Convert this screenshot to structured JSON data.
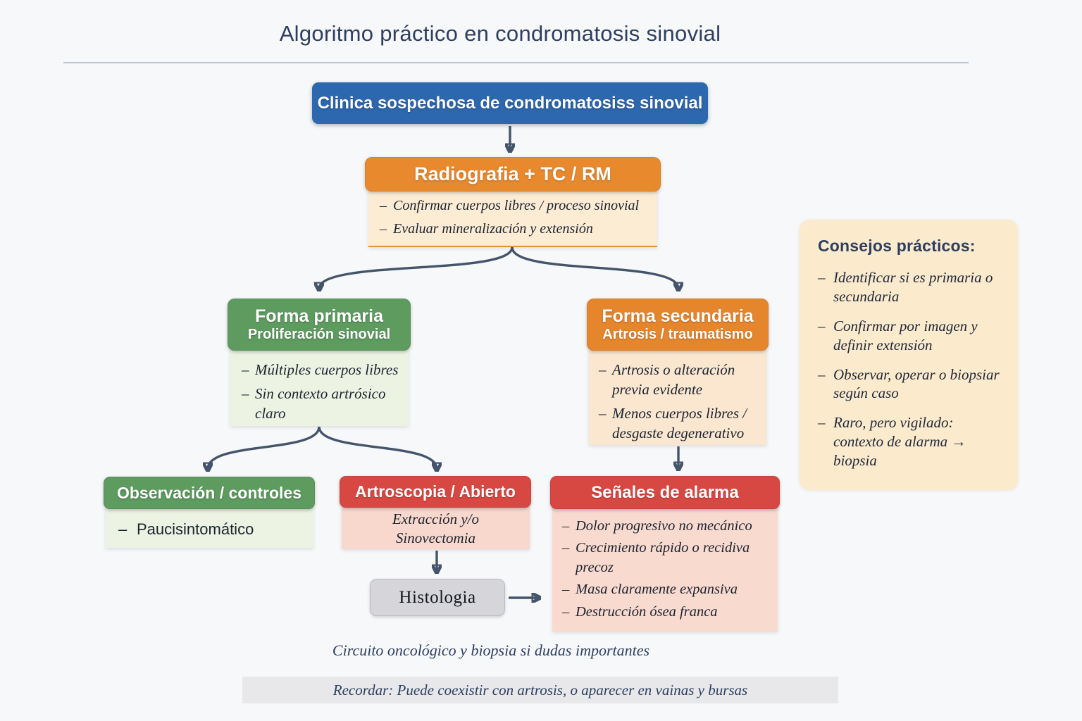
{
  "title": "Algoritmo práctico en condromatosis sinovial",
  "colors": {
    "bg": "#f7f8f9",
    "navy": "#2d3e5f",
    "ink": "#1b2330",
    "arrow": "#44546a",
    "blue": "#2d67ae",
    "orange": "#e8892e",
    "orange_body": "#fcecd4",
    "green": "#5d9b5f",
    "green_body": "#edf3e2",
    "red": "#d84843",
    "red_body": "#f9dacf",
    "gray_box": "#d6d6da",
    "sidebar_bg": "#fceacd",
    "recordar_bg": "#e8e8ea"
  },
  "flow": {
    "clinica": {
      "label": "Clinica sospechosa de condromatosiss sinovial"
    },
    "radiografia": {
      "title": "Radiografia + TC / RM",
      "bullets": [
        "Confirmar cuerpos libres / proceso sinovial",
        "Evaluar mineralización y extensión"
      ]
    },
    "forma_primaria": {
      "title": "Forma primaria",
      "subtitle": "Proliferación sinovial",
      "bullets": [
        "Múltiples cuerpos libres",
        "Sin contexto artrósico claro"
      ]
    },
    "forma_secundaria": {
      "title": "Forma secundaria",
      "subtitle": "Artrosis / traumatismo",
      "bullets": [
        "Artrosis o alteración previa evidente",
        "Menos cuerpos libres / desgaste degenerativo"
      ]
    },
    "observacion": {
      "title": "Observación / controles",
      "bullets": [
        "Paucisintomático"
      ]
    },
    "artroscopia": {
      "title": "Artroscopia / Abierto",
      "body": "Extracción y/o Sinovectomia"
    },
    "histologia": {
      "label": "Histologia"
    },
    "senales": {
      "title": "Señales de alarma",
      "bullets": [
        "Dolor progresivo no mecánico",
        "Crecimiento rápido o recidiva precoz",
        "Masa claramente expansiva",
        "Destrucción ósea franca"
      ]
    },
    "circuito_note": "Circuito oncológico y biopsia si dudas importantes",
    "recordar_note": "Recordar: Puede coexistir con artrosis, o aparecer en vainas y bursas"
  },
  "sidebar": {
    "title": "Consejos prácticos:",
    "items": [
      "Identificar si es primaria o secundaria",
      "Confirmar por imagen y definir extensión",
      "Observar, operar o biopsiar según caso",
      "Raro, pero vigilado: contexto de alarma → biopsia"
    ]
  }
}
